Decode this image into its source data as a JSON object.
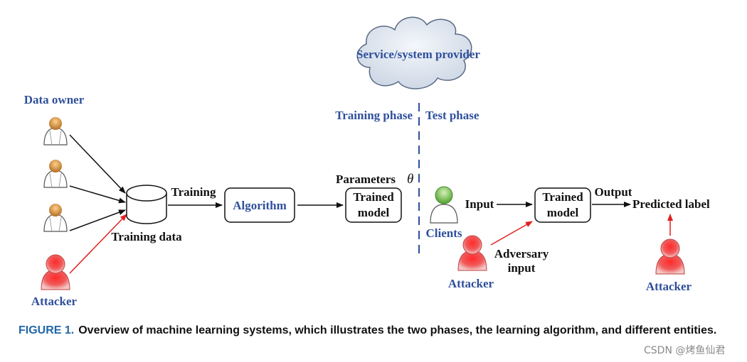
{
  "labels": {
    "data_owner": "Data owner",
    "attacker_left": "Attacker",
    "training_data": "Training data",
    "training": "Training",
    "algorithm": "Algorithm",
    "parameters": "Parameters",
    "theta": "θ",
    "trained_model_train_l1": "Trained",
    "trained_model_train_l2": "model",
    "service_provider": "Service/system provider",
    "training_phase": "Training phase",
    "test_phase": "Test phase",
    "input": "Input",
    "clients": "Clients",
    "trained_model_test_l1": "Trained",
    "trained_model_test_l2": "model",
    "output": "Output",
    "predicted_label": "Predicted label",
    "adversary_input_l1": "Adversary",
    "adversary_input_l2": "input",
    "attacker_mid": "Attacker",
    "attacker_right": "Attacker"
  },
  "caption": {
    "figure_label": "FIGURE 1.",
    "text": "Overview of machine learning systems, which illustrates the two phases, the learning algorithm, and different entities."
  },
  "watermark": "CSDN @烤鱼仙君",
  "colors": {
    "label_blue": "#2e4f9c",
    "attack_red": "#e0201f",
    "owner_orange": "#c98a3a",
    "client_green": "#7cc05a"
  }
}
